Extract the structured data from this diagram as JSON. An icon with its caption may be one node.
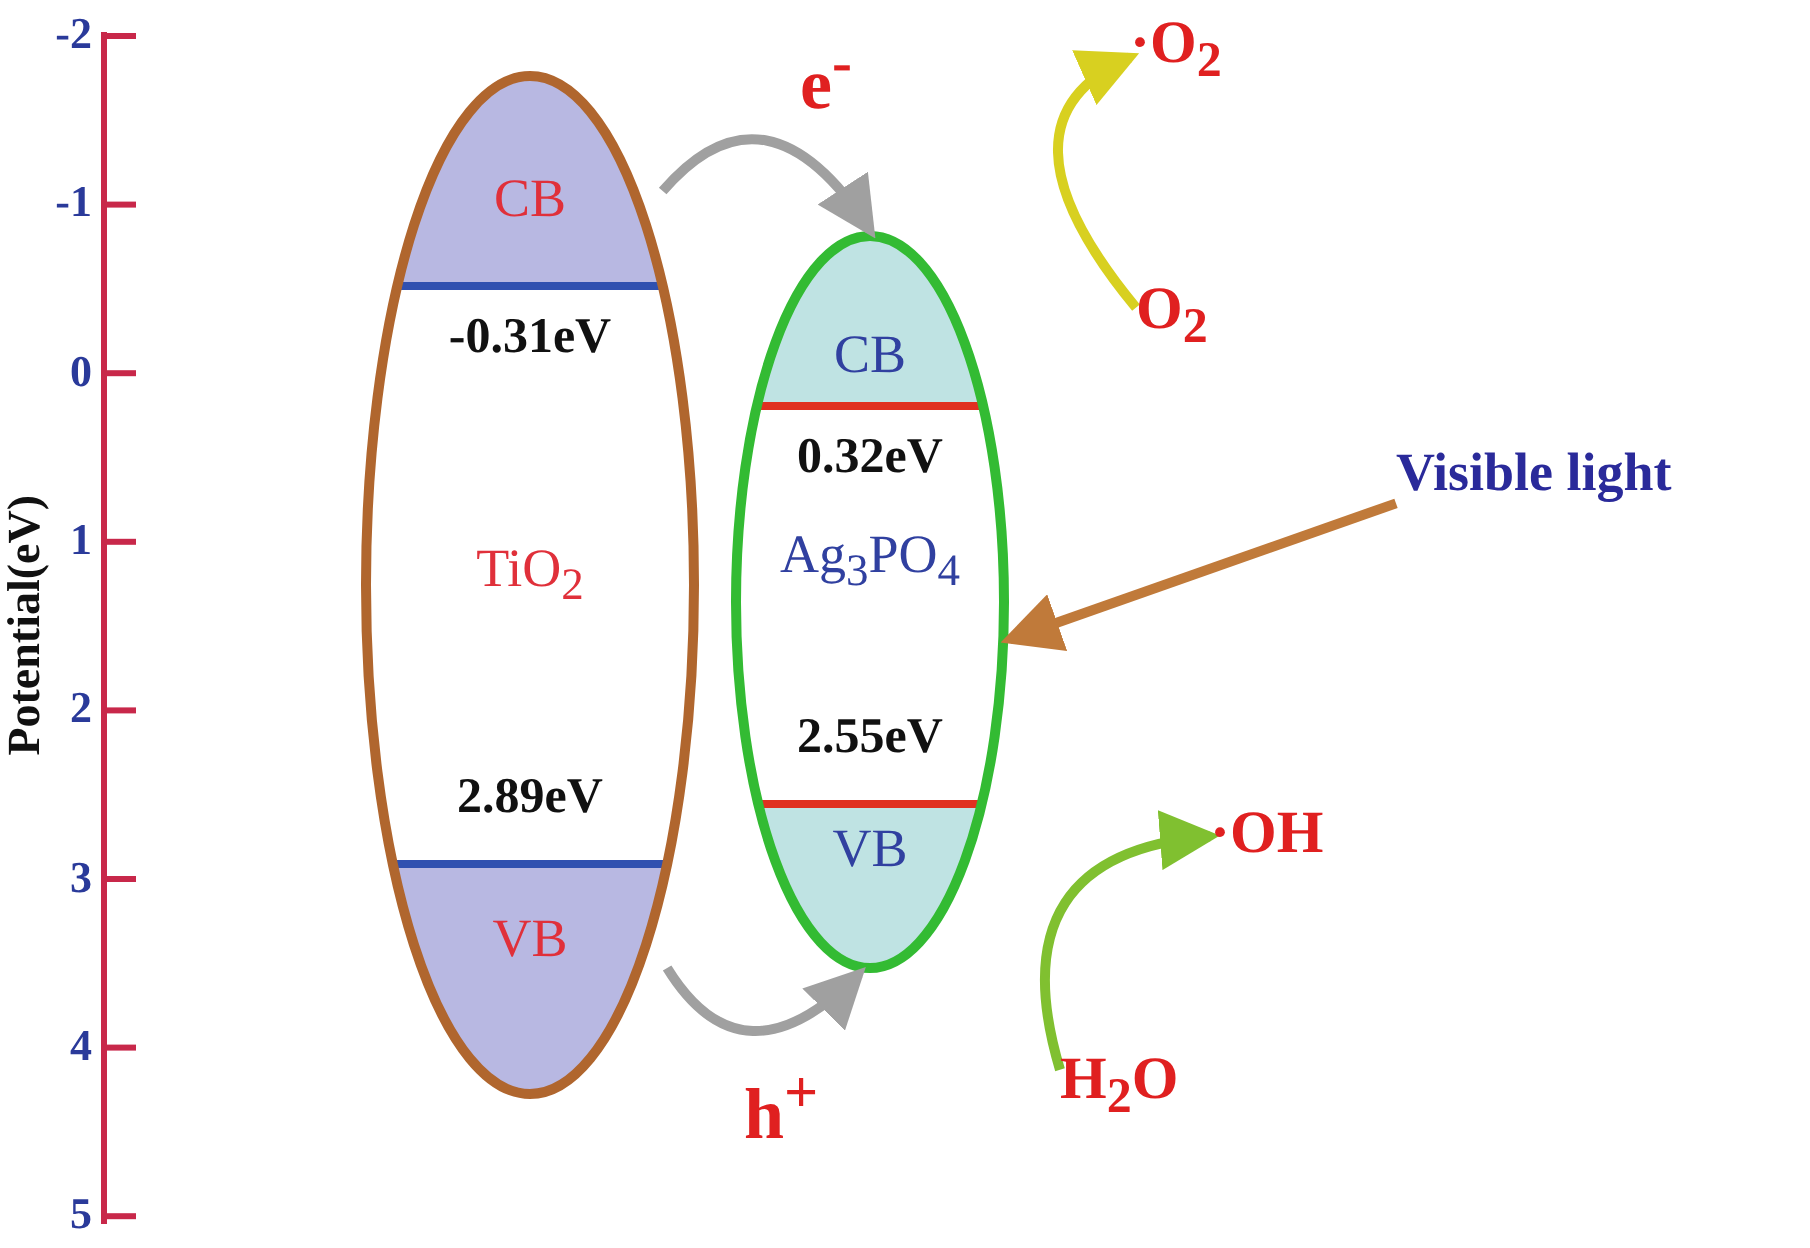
{
  "diagram": {
    "nodes": [
      {
        "text": [
          "-0.31eV",
          "TiO$_{2}$",
          "2.89eV"
        ]
      },
      {
        "text": [
          "CB"
        ],
        "in": 0
      },
      {
        "text": [
          "VB"
        ],
        "in": 0
      },
      {
        "text": [
          "0.32eV",
          "Ag$_{3}$PO$_{4}$",
          "2.55eV"
        ]
      },
      {
        "text": [
          "CB"
        ],
        "in": 3
      },
      {
        "text": [
          "VB"
        ],
        "in": 3
      },
      {
        "text": [
          "O$_{2}$"
        ]
      },
      {
        "text": [
          "·O$_{2}$"
        ]
      },
      {
        "text": [
          "H$_{2}$O"
        ]
      },
      {
        "text": [
          "·OH"
        ]
      },
      {
        "text": [
          "Visible light"
        ]
      }
    ],
    "edges": [
      {
        "from": 1,
        "to": 4,
        "arrow": "to",
        "label": "e$^{-}$",
        "color": "#a0a0a0"
      },
      {
        "from": 2,
        "to": 5,
        "arrow": "to",
        "label": "h$^{+}$",
        "color": "#a0a0a0"
      },
      {
        "from": 6,
        "to": 7,
        "arrow": "to",
        "color": "#d8d020"
      },
      {
        "from": 8,
        "to": 9,
        "arrow": "to",
        "color": "#80c030"
      },
      {
        "from": 10,
        "to": 3,
        "arrow": "to",
        "color": "#c07a3a"
      }
    ],
    "labels": [
      "Potential(eV)",
      "-2",
      "-1",
      "0",
      "1",
      "2",
      "3",
      "4",
      "5"
    ]
  }
}
